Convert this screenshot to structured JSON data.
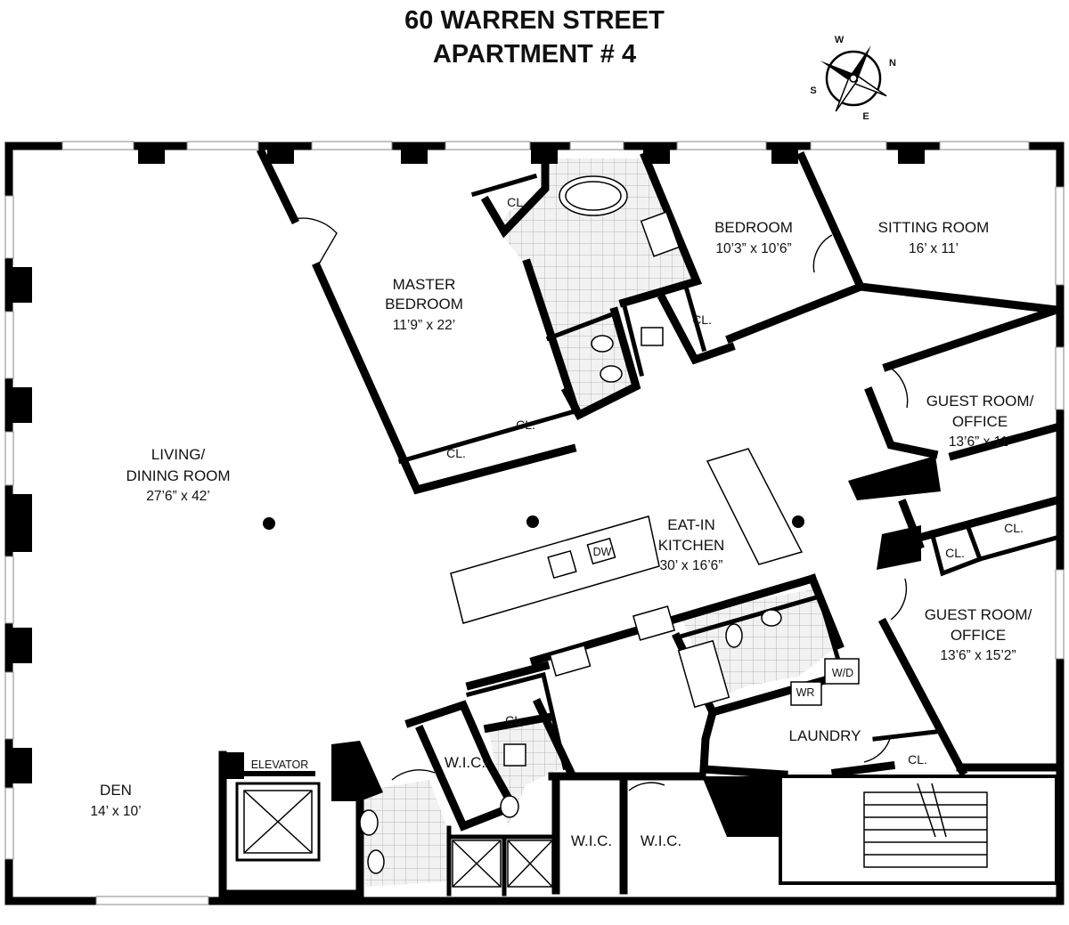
{
  "title": {
    "line1": "60 WARREN STREET",
    "line2": "APARTMENT # 4"
  },
  "compass": {
    "north": "N",
    "south": "S",
    "east": "E",
    "west": "W"
  },
  "rooms": {
    "living": {
      "name_line1": "LIVING/",
      "name_line2": "DINING ROOM",
      "dims": "27’6” x 42’"
    },
    "master": {
      "name_line1": "MASTER",
      "name_line2": "BEDROOM",
      "dims": "11’9” x 22’"
    },
    "bedroom": {
      "name": "BEDROOM",
      "dims": "10’3” x 10’6”"
    },
    "sitting": {
      "name": "SITTING ROOM",
      "dims": "16’ x 11’"
    },
    "guest1": {
      "name_line1": "GUEST ROOM/",
      "name_line2": "OFFICE",
      "dims": "13’6” x 11’"
    },
    "guest2": {
      "name_line1": "GUEST ROOM/",
      "name_line2": "OFFICE",
      "dims": "13’6” x 15’2”"
    },
    "kitchen": {
      "name_line1": "EAT-IN",
      "name_line2": "KITCHEN",
      "dims": "30’ x 16’6”"
    },
    "den": {
      "name": "DEN",
      "dims": "14’ x 10’"
    },
    "laundry": {
      "name": "LAUNDRY"
    }
  },
  "labels": {
    "closet": "CL.",
    "walk_in_closet": "W.I.C.",
    "elevator": "ELEVATOR",
    "dishwasher": "DW",
    "washer_dryer": "W/D",
    "water_heater": "WR"
  }
}
